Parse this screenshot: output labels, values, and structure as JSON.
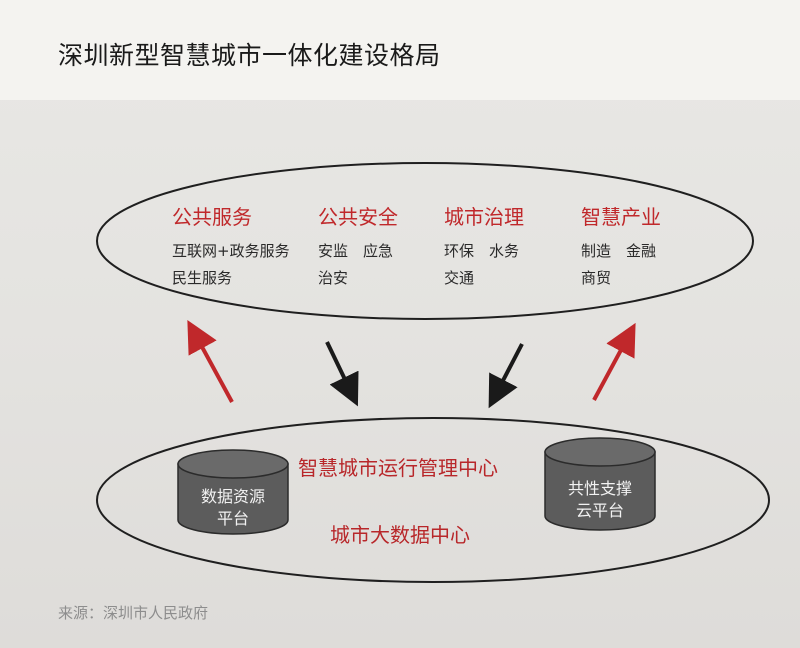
{
  "title": "深圳新型智慧城市一体化建设格局",
  "top_categories": [
    {
      "name": "公共服务",
      "items": [
        "互联网+政务服务",
        "民生服务"
      ]
    },
    {
      "name": "公共安全",
      "items": [
        "安监　应急",
        "治安"
      ]
    },
    {
      "name": "城市治理",
      "items": [
        "环保　水务",
        "交通"
      ]
    },
    {
      "name": "智慧产业",
      "items": [
        "制造　金融",
        "商贸"
      ]
    }
  ],
  "center": {
    "operations_center": "智慧城市运行管理中心",
    "big_data_center": "城市大数据中心"
  },
  "platforms": {
    "left": {
      "line1": "数据资源",
      "line2": "平台"
    },
    "right": {
      "line1": "共性支撑",
      "line2": "云平台"
    }
  },
  "source": "来源：深圳市人民政府",
  "colors": {
    "accent_red": "#c0282b",
    "arrow_black": "#1a1a1a",
    "cylinder": "#5c5c5c"
  }
}
